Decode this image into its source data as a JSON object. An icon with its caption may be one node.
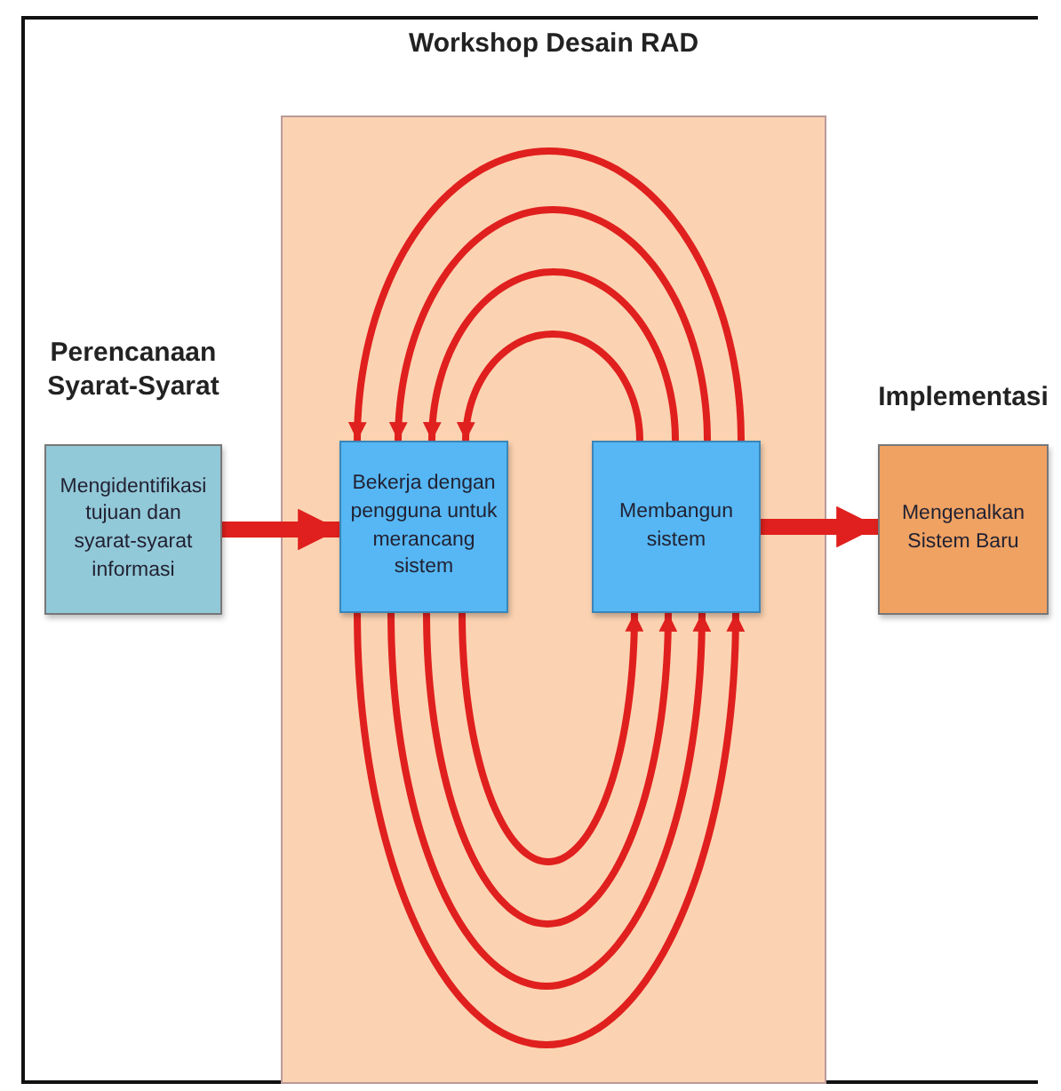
{
  "diagram": {
    "nodes": [
      {
        "text": [
          "Workshop Desain RAD"
        ]
      },
      {
        "text": [
          "Perencanaan Syarat-Syarat",
          "Mengidentifikasi tujuan dan syarat-syarat informasi"
        ]
      },
      {
        "text": [
          "Bekerja dengan pengguna untuk merancang sistem"
        ],
        "in": 0
      },
      {
        "text": [
          "Membangun sistem"
        ],
        "in": 0
      },
      {
        "text": [
          "Implementasi",
          "Mengenalkan Sistem Baru"
        ]
      }
    ],
    "edges": [
      {
        "from": 1,
        "to": 2,
        "arrow": "to",
        "style": "thick"
      },
      {
        "from": 3,
        "to": 4,
        "arrow": "to",
        "style": "thick"
      },
      {
        "from": 3,
        "to": 2,
        "arrow": "to"
      },
      {
        "from": 3,
        "to": 2,
        "arrow": "to"
      },
      {
        "from": 3,
        "to": 2,
        "arrow": "to"
      },
      {
        "from": 3,
        "to": 2,
        "arrow": "to"
      },
      {
        "from": 2,
        "to": 3,
        "arrow": "to"
      },
      {
        "from": 2,
        "to": 3,
        "arrow": "to"
      },
      {
        "from": 2,
        "to": 3,
        "arrow": "to"
      },
      {
        "from": 2,
        "to": 3,
        "arrow": "to"
      }
    ]
  }
}
